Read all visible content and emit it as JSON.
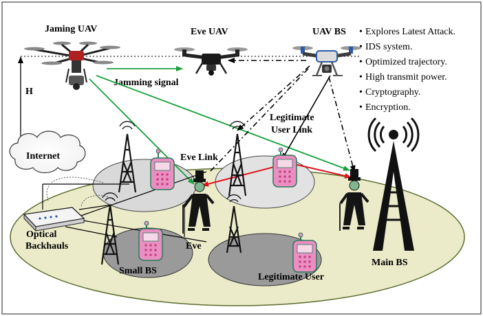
{
  "labels": {
    "jamming_uav": "Jaming UAV",
    "eve_uav": "Eve UAV",
    "uav_bs": "UAV BS",
    "jamming_signal": "Jamming signal",
    "height": "H",
    "internet": "Internet",
    "legit_link_1": "Legitimate",
    "legit_link_2": "User Link",
    "eve_link": "Eve Link",
    "optical_1": "Optical",
    "optical_2": "Backhauls",
    "small_bs": "Small BS",
    "eve": "Eve",
    "legit_user": "Legitimate User",
    "main_bs": "Main BS"
  },
  "countermeasures": [
    "Explores Latest Attack.",
    "IDS system.",
    "Optimized trajectory.",
    "High transmit power.",
    "Cryptography.",
    "Encryption."
  ],
  "colors": {
    "ground": "#ebebc9",
    "cell_light": "#d9d9d9",
    "cell_dark": "#9a9a9a",
    "jamming": "#1aa03c",
    "eve_link": "#e0101a",
    "phone": "#e98fc2"
  }
}
